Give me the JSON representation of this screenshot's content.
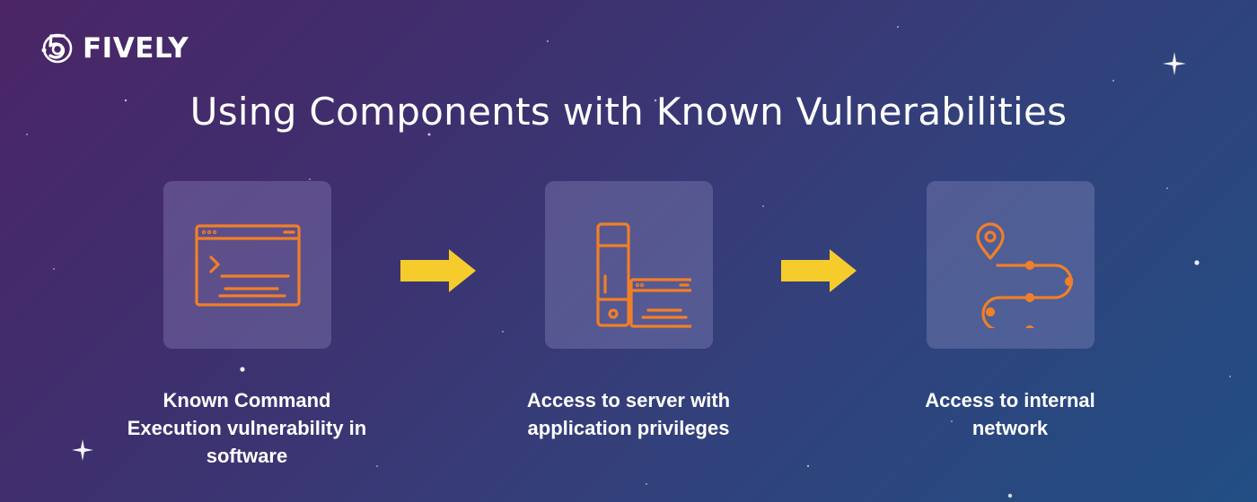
{
  "brand": {
    "name": "FIVELY",
    "icon": "fively-logo-icon"
  },
  "title": "Using Components with Known Vulnerabilities",
  "colors": {
    "icon_stroke": "#f07f28",
    "arrow": "#f6cc2c",
    "card": "#7c74b0",
    "text": "#ffffff"
  },
  "steps": [
    {
      "icon": "terminal-window-icon",
      "label_lines": [
        "Known Command",
        "Execution vulnerability in",
        "software"
      ]
    },
    {
      "icon": "server-window-icon",
      "label_lines": [
        "Access to server with",
        "application privileges"
      ]
    },
    {
      "icon": "network-route-icon",
      "label_lines": [
        "Access to internal",
        "network"
      ]
    }
  ]
}
